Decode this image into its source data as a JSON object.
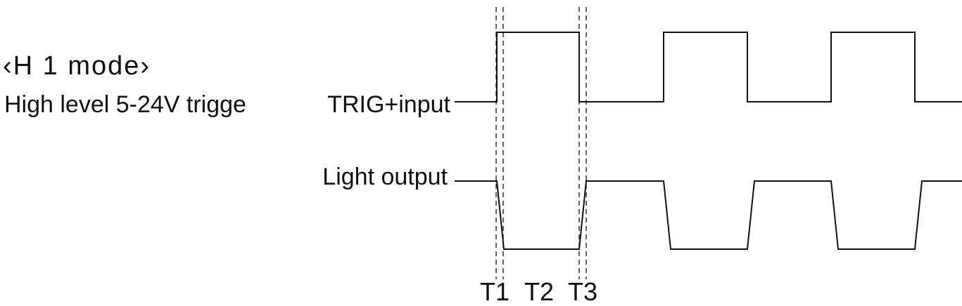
{
  "mode_title": "‹H 1  mode›",
  "description": "High level 5-24V trigge",
  "signals": {
    "trig_label": "TRIG+input",
    "light_label": "Light output"
  },
  "timing_labels": {
    "t1": "T1",
    "t2": "T2",
    "t3": "T3"
  },
  "colors": {
    "line": "#111111",
    "background": "#ffffff"
  }
}
